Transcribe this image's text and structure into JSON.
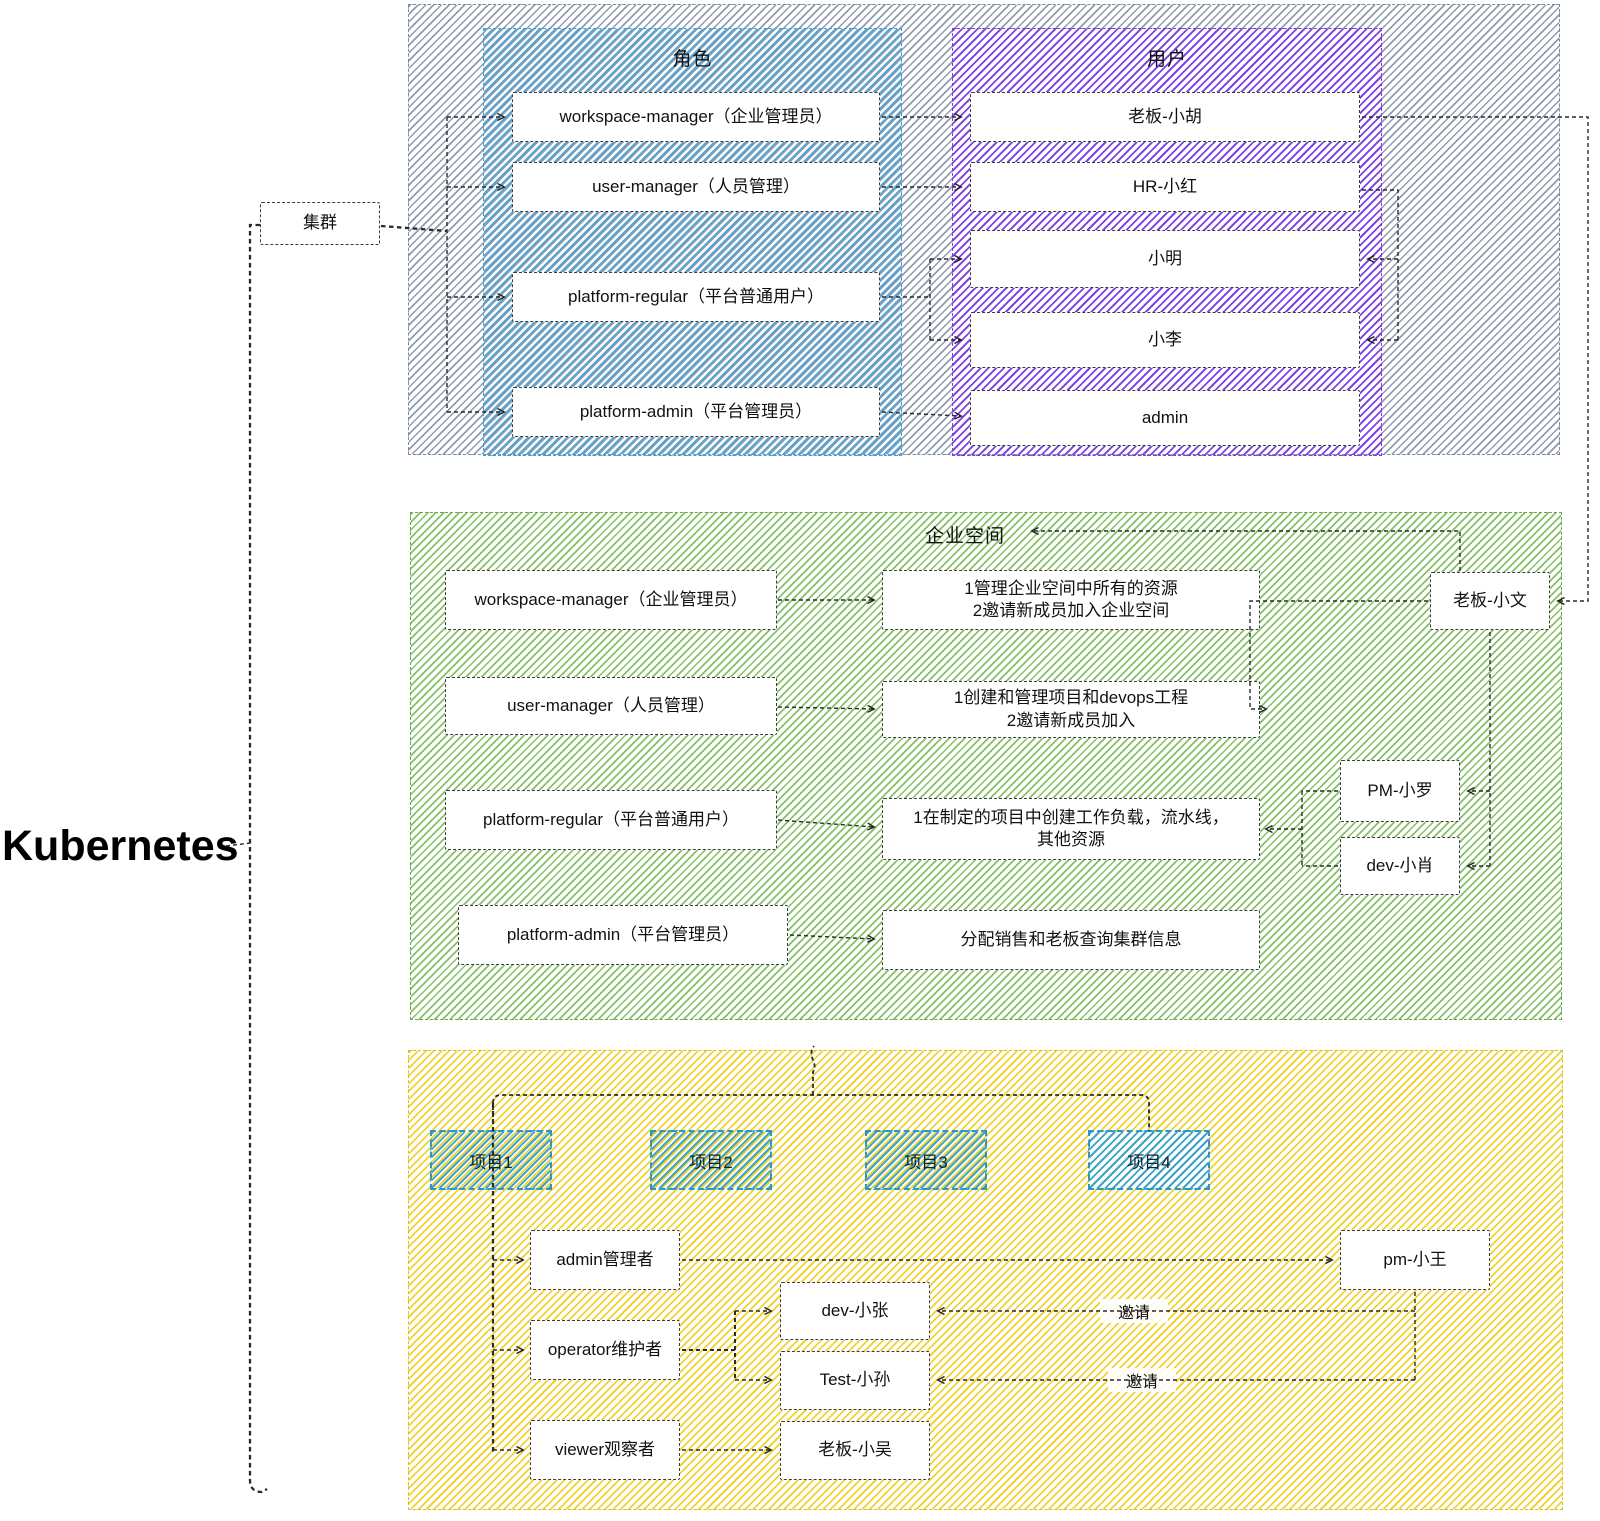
{
  "title": "Kubernetes",
  "cluster": {
    "label": "集群"
  },
  "roles_panel": {
    "title": "角色",
    "items": [
      "workspace-manager（企业管理员）",
      "user-manager（人员管理）",
      "platform-regular（平台普通用户）",
      "platform-admin（平台管理员）"
    ]
  },
  "users_panel": {
    "title": "用户",
    "items": [
      "老板-小胡",
      "HR-小红",
      "小明",
      "小李",
      "admin"
    ]
  },
  "workspace": {
    "title": "企业空间",
    "roles": [
      "workspace-manager（企业管理员）",
      "user-manager（人员管理）",
      "platform-regular（平台普通用户）",
      "platform-admin（平台管理员）"
    ],
    "permissions": [
      "1管理企业空间中所有的资源\n2邀请新成员加入企业空间",
      "1创建和管理项目和devops工程\n2邀请新成员加入",
      "1在制定的项目中创建工作负载，流水线，\n其他资源",
      "分配销售和老板查询集群信息"
    ],
    "members": [
      "老板-小文",
      "PM-小罗",
      "dev-小肖"
    ]
  },
  "projects": {
    "items": [
      "项目1",
      "项目2",
      "项目3",
      "项目4"
    ],
    "roles": [
      "admin管理者",
      "operator维护者",
      "viewer观察者"
    ],
    "members": [
      "dev-小张",
      "Test-小孙",
      "老板-小吴"
    ],
    "pm": "pm-小王",
    "invite": "邀请"
  },
  "colors": {
    "gray_hatch": "#7d8aa0",
    "blue_hatch": "#3e9fd6",
    "purple_hatch": "#7c3aed",
    "green_hatch": "#66a845",
    "yellow_hatch": "#e8cc28",
    "project_teal": "#2e96c0",
    "line": "#222222"
  }
}
